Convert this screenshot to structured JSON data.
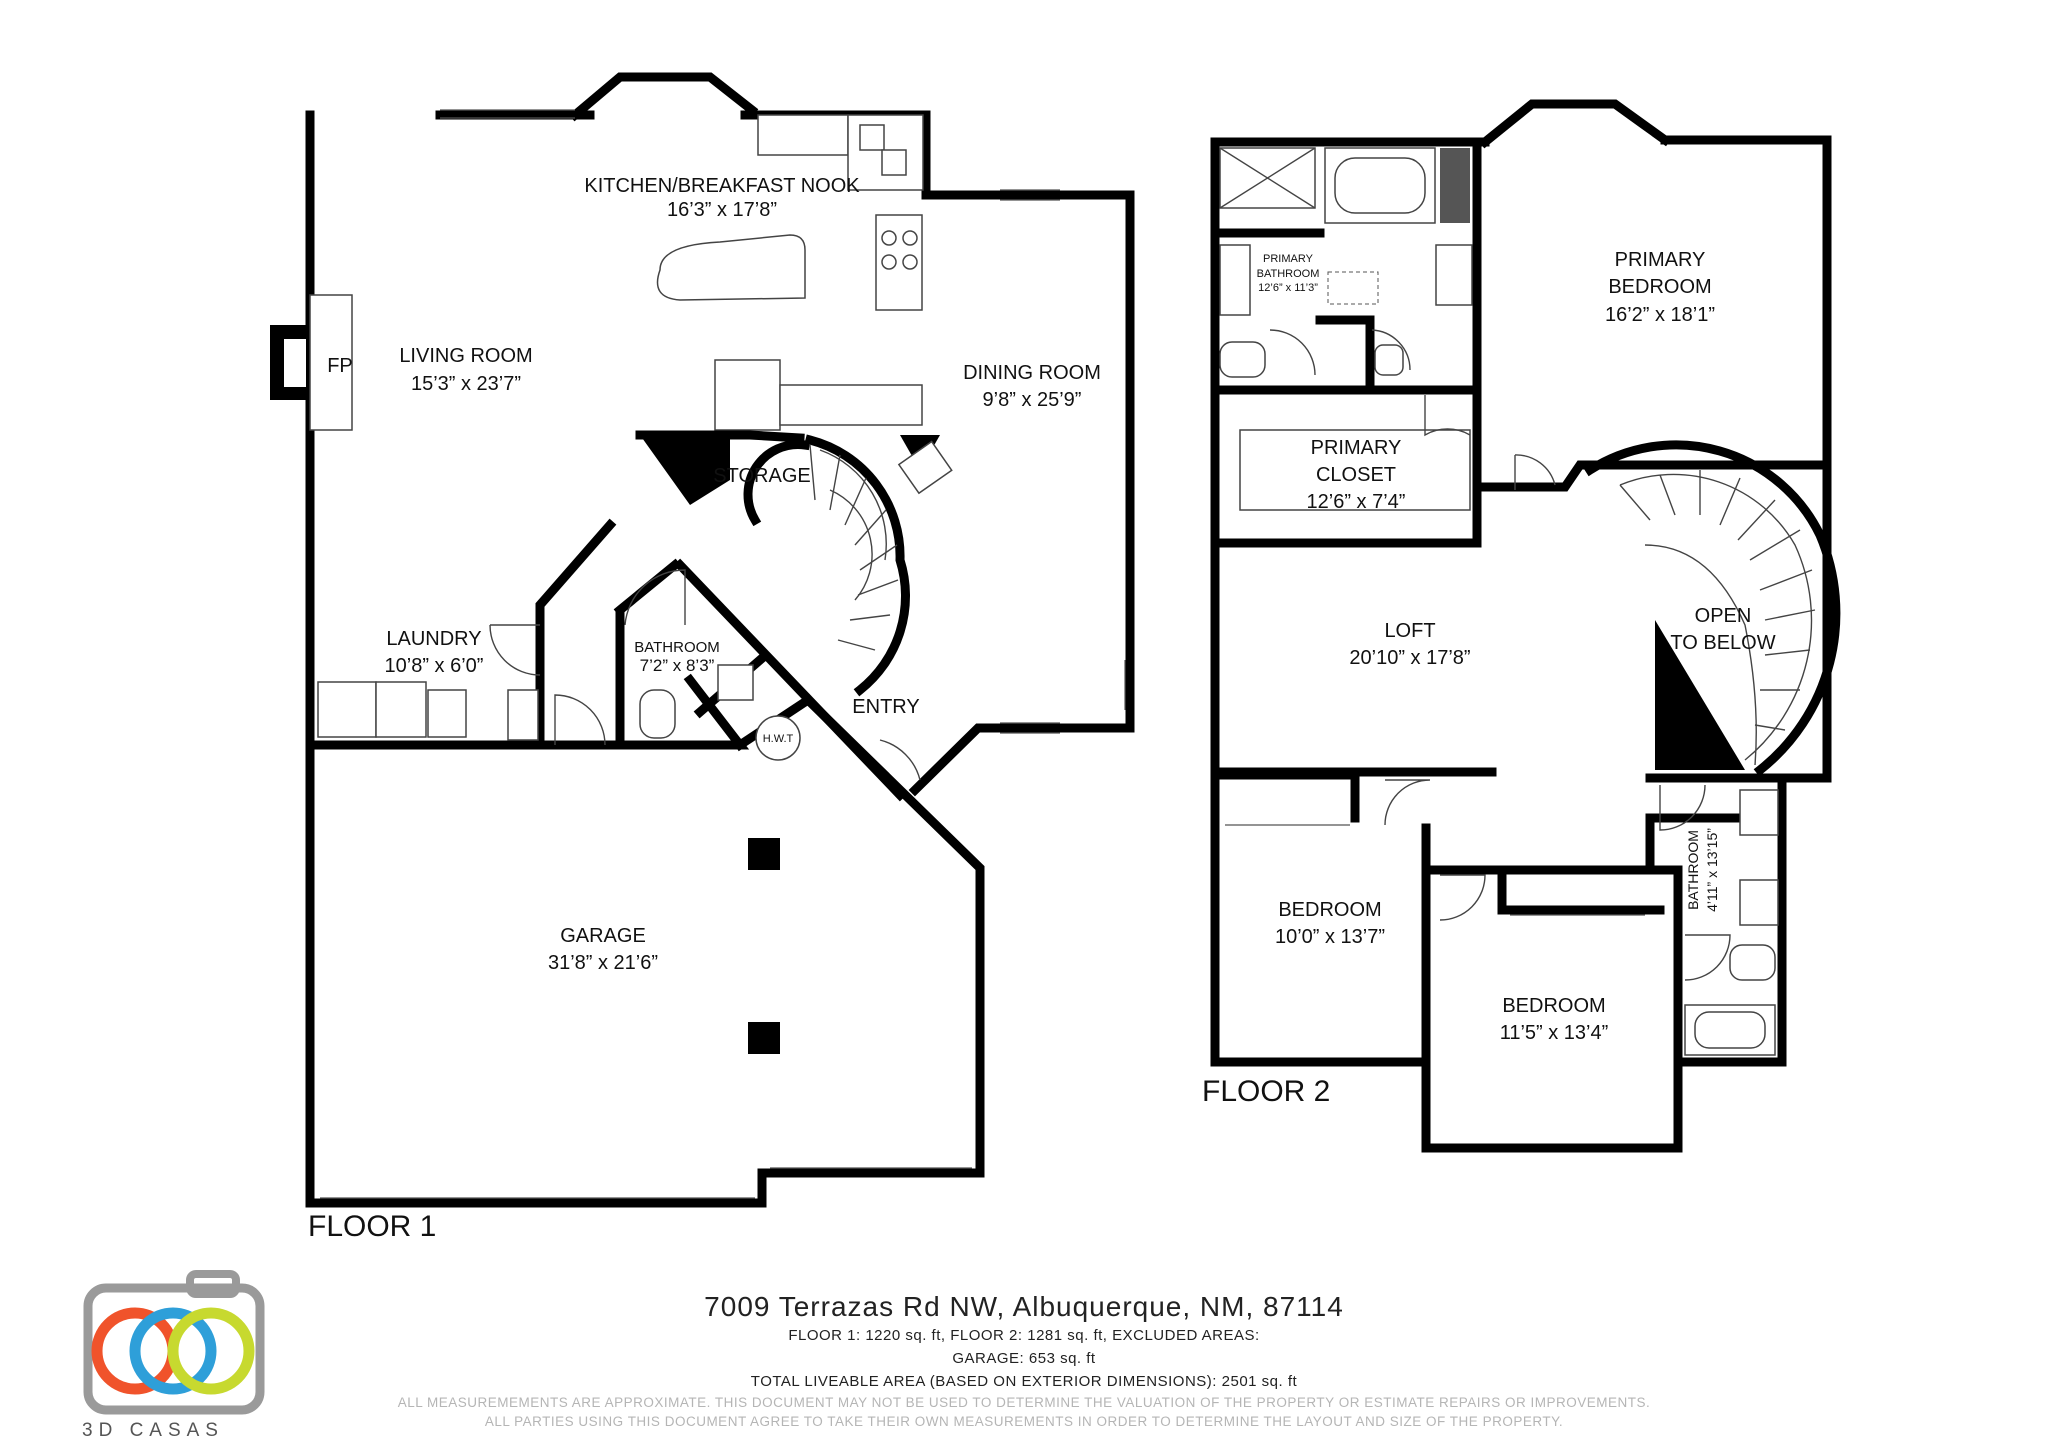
{
  "floor1": {
    "label": "FLOOR 1",
    "rooms": [
      {
        "name": "KITCHEN/BREAKFAST NOOK",
        "dims": "16’3” x 17’8”"
      },
      {
        "name": "LIVING ROOM",
        "dims": "15’3” x 23’7”"
      },
      {
        "name": "DINING ROOM",
        "dims": "9’8” x 25’9”"
      },
      {
        "name": "LAUNDRY",
        "dims": "10’8” x 6’0”"
      },
      {
        "name": "BATHROOM",
        "dims": "7’2” x 8’3”"
      },
      {
        "name": "GARAGE",
        "dims": "31’8” x 21’6”"
      }
    ],
    "labels": {
      "fireplace": "FP",
      "storage": "STORAGE",
      "entry": "ENTRY",
      "water_heater": "H.W.T"
    }
  },
  "floor2": {
    "label": "FLOOR 2",
    "rooms": [
      {
        "name": "PRIMARY BEDROOM",
        "line1": "PRIMARY",
        "line2": "BEDROOM",
        "dims": "16’2” x 18’1”"
      },
      {
        "name": "PRIMARY BATHROOM",
        "line1": "PRIMARY",
        "line2": "BATHROOM",
        "dims": "12’6” x 11’3”"
      },
      {
        "name": "PRIMARY CLOSET",
        "line1": "PRIMARY",
        "line2": "CLOSET",
        "dims": "12’6” x 7’4”"
      },
      {
        "name": "LOFT",
        "dims": "20’10” x 17’8”"
      },
      {
        "name": "OPEN TO BELOW",
        "line1": "OPEN",
        "line2": "TO BELOW"
      },
      {
        "name": "BEDROOM",
        "dims": "10’0” x 13’7”"
      },
      {
        "name": "BEDROOM",
        "dims": "11’5” x 13’4”"
      },
      {
        "name": "BATHROOM",
        "dims": "4’11” x 13’15”"
      }
    ]
  },
  "footer": {
    "address": "7009 Terrazas Rd NW, Albuquerque, NM, 87114",
    "line1": "FLOOR 1: 1220 sq. ft, FLOOR 2: 1281 sq. ft, EXCLUDED AREAS:",
    "line2": "GARAGE: 653 sq. ft",
    "line3": "TOTAL LIVEABLE AREA (BASED ON EXTERIOR DIMENSIONS): 2501 sq. ft",
    "disclaimer1": "ALL MEASUREMEMENTS ARE APPROXIMATE. THIS DOCUMENT MAY NOT BE USED TO DETERMINE THE VALUATION OF THE PROPERTY OR ESTIMATE REPAIRS OR IMPROVEMENTS.",
    "disclaimer2": "ALL PARTIES USING THIS DOCUMENT AGREE TO TAKE THEIR OWN MEASUREMENTS IN ORDER TO DETERMINE THE LAYOUT AND SIZE OF THE PROPERTY."
  },
  "logo": {
    "text": "3D CASAS",
    "colors": [
      "#f0532b",
      "#2e9fd9",
      "#c7d92f"
    ],
    "frame_color": "#9a9a9a"
  }
}
